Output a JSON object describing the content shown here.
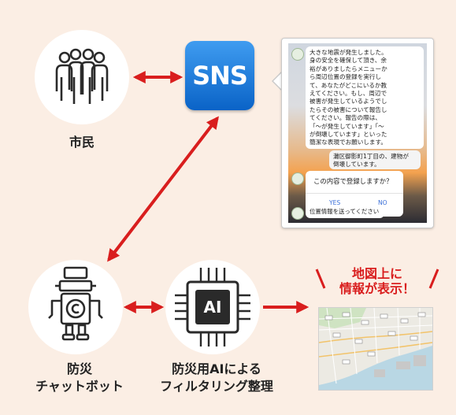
{
  "nodes": {
    "citizens": "市民",
    "sns": "SNS",
    "chatbot_line1": "防災",
    "chatbot_line2": "チャットボット",
    "ai_chip": "AI",
    "ai_line1": "防災用AIによる",
    "ai_line2": "フィルタリング整理",
    "map_title_line1": "地図上に",
    "map_title_line2": "情報が表示！"
  },
  "chat": {
    "bot_message": [
      "大きな地震が発生しました。",
      "身の安全を確保して頂き、余",
      "裕がありましたらメニューか",
      "ら周辺位置の登録を実行し",
      "て、あなたがどこにいるか教",
      "えてください。もし、周辺で",
      "被害が発生しているようでし",
      "たらその被害について報告し",
      "てください。報告の際は、",
      "「～が発生しています」「～",
      "が倒壊しています」といった",
      "簡潔な表現でお願いします。"
    ],
    "user_message": [
      "灘区御影町1丁目の、建物が",
      "倒壊しています。"
    ],
    "confirm_question": "この内容で登録しますか？",
    "confirm_yes": "YES",
    "confirm_no": "NO",
    "location_request": "位置情報を送ってください"
  },
  "colors": {
    "background": "#fbeee4",
    "arrow_red": "#d91e1e",
    "sns_blue": "#1e7fe0",
    "icon_dark": "#2a2a2a"
  },
  "icons": {
    "citizens": "people-group-icon",
    "chatbot": "robot-icon",
    "ai": "ai-chip-icon"
  }
}
